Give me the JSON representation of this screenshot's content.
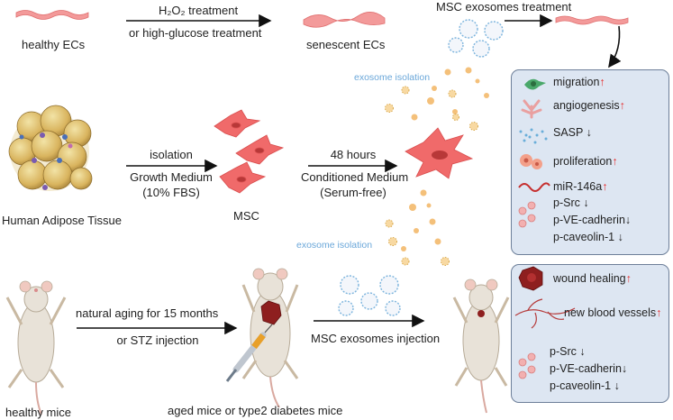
{
  "top": {
    "healthy_ecs": "healthy ECs",
    "treatment_line1": "H₂O₂  treatment",
    "treatment_line2": "or high-glucose treatment",
    "senescent_ecs": "senescent ECs",
    "msc_exo_treatment": "MSC exosomes treatment"
  },
  "middle": {
    "tissue_label": "Human Adipose Tissue",
    "isolation_line1": "isolation",
    "isolation_line2": "Growth Medium",
    "isolation_line3": "(10% FBS)",
    "msc_label": "MSC",
    "cond_line1": "48 hours",
    "cond_line2": "Conditioned Medium",
    "cond_line3": "(Serum-free)",
    "exo_isolation_top": "exosome isolation",
    "exo_isolation_bottom": "exosome isolation"
  },
  "bottom": {
    "healthy_mice": "healthy mice",
    "aging_line1": "natural aging for 15 months",
    "aging_line2": "or STZ injection",
    "aged_mice": "aged mice or type2 diabetes mice",
    "exo_injection": "MSC exosomes injection"
  },
  "cell_box": {
    "items": [
      {
        "label": "migration",
        "arrow": "↑"
      },
      {
        "label": "angiogenesis",
        "arrow": "↑"
      },
      {
        "label": "SASP",
        "arrow": "↓"
      },
      {
        "label": "proliferation",
        "arrow": "↑"
      },
      {
        "label": "miR-146a",
        "arrow": "↑"
      },
      {
        "label": "p-Src",
        "arrow": "↓"
      },
      {
        "label": "p-VE-cadherin",
        "arrow": "↓"
      },
      {
        "label": "p-caveolin-1",
        "arrow": "↓"
      }
    ]
  },
  "mice_box": {
    "items": [
      {
        "label": "wound healing",
        "arrow": "↑"
      },
      {
        "label": "new blood vessels",
        "arrow": "↑"
      },
      {
        "label": "p-Src",
        "arrow": "↓"
      },
      {
        "label": "p-VE-cadherin",
        "arrow": "↓"
      },
      {
        "label": "p-caveolin-1",
        "arrow": "↓"
      }
    ]
  },
  "colors": {
    "cell_pink": "#f06a6a",
    "endothelial": "#f09090",
    "exosome_orange": "#f4c07a",
    "box_fill": "#dde6f2",
    "box_border": "#6d7f99",
    "isolation_blue": "#6aa7d9",
    "up_arrow": "#e53030"
  }
}
